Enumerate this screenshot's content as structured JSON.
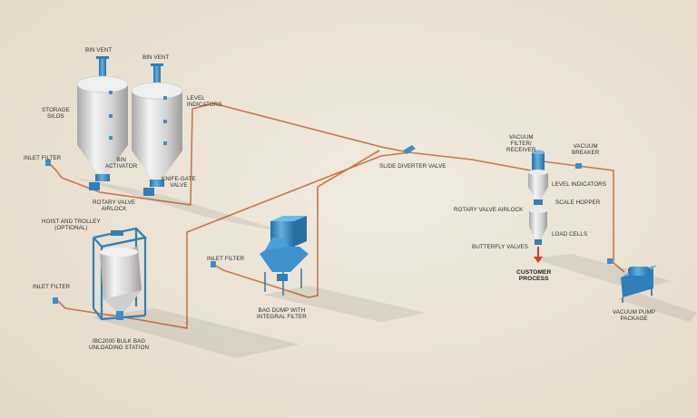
{
  "labels": {
    "bin_vent_1": "BIN VENT",
    "bin_vent_2": "BIN VENT",
    "storage_silos": "STORAGE\nSILOS",
    "level_indicators_silo": "LEVEL\nINDICATORS",
    "inlet_filter_top": "INLET FILTER",
    "bin_activator": "BIN\nACTIVATOR",
    "knife_gate_valve": "KNIFE-GATE\nVALVE",
    "rotary_valve_airlock_silo": "ROTARY VALVE\nAIRLOCK",
    "hoist_and_trolley": "HOIST AND TROLLEY\n(OPTIONAL)",
    "inlet_filter_mid": "INLET FILTER",
    "inlet_filter_left": "INLET FILTER",
    "bulk_bag_station": "IBC2000 BULK BAG\nUNLOADING STATION",
    "bag_dump": "BAG DUMP WITH\nINTEGRAL FILTER",
    "slide_diverter_valve": "SLIDE DIVERTER VALVE",
    "vacuum_filter_receiver": "VACUUM\nFILTER/\nRECEIVER",
    "vacuum_breaker": "VACUUM\nBREAKER",
    "level_indicators_receiver": "LEVEL INDICATORS",
    "scale_hopper": "SCALE HOPPER",
    "rotary_valve_airlock_receiver": "ROTARY VALVE AIRLOCK",
    "load_cells": "LOAD CELLS",
    "butterfly_valves": "BUTTERFLY VALVES",
    "customer_process": "CUSTOMER\nPROCESS",
    "vacuum_pump_package": "VACUUM PUMP\nPACKAGE"
  },
  "colors": {
    "pipe": "#c8764a",
    "equipment_blue": "#3b8fc9",
    "silo_steel": "#d9d9d9",
    "arrow": "#d83a2a"
  }
}
